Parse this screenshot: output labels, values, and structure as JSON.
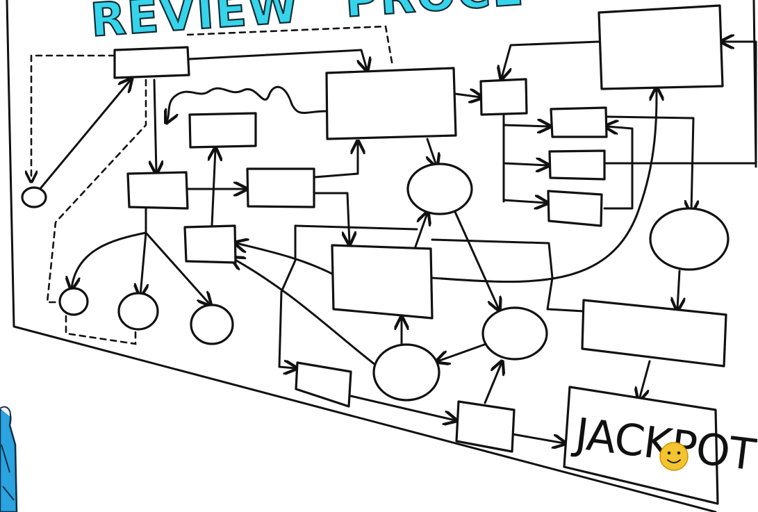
{
  "title": {
    "word1": "REVIEW",
    "word2": "PROCE"
  },
  "outcome": {
    "label": "JACKPOT"
  },
  "icons": [
    "smiley-face-icon",
    "character-figure"
  ],
  "colors": {
    "title_fill": "#36d4ea",
    "ink": "#111111",
    "smiley": "#f4c430",
    "figure": "#2aa3e0"
  }
}
